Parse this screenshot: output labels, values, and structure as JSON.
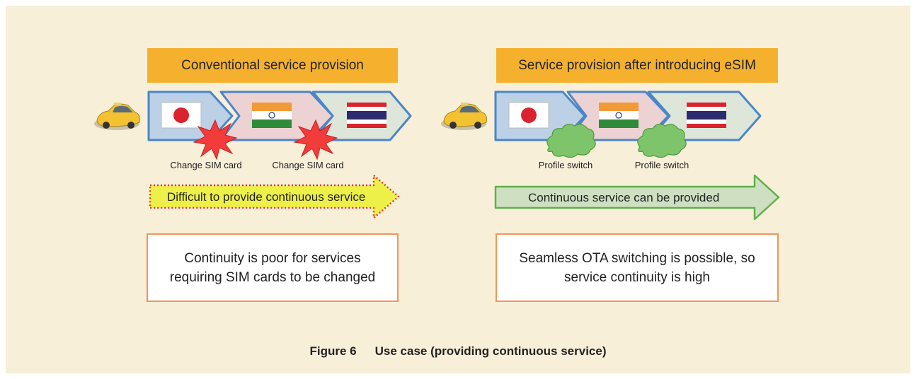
{
  "left": {
    "header": "Conventional service provision",
    "change_labels": [
      "Change SIM card",
      "Change SIM card"
    ],
    "arrow_text": "Difficult to provide continuous service",
    "conclusion_line1": "Continuity is poor for services",
    "conclusion_line2": "requiring SIM cards to be changed"
  },
  "right": {
    "header": "Service provision after introducing eSIM",
    "switch_labels": [
      "Profile switch",
      "Profile switch"
    ],
    "arrow_text": "Continuous service can be provided",
    "conclusion_line1": "Seamless OTA switching is possible, so",
    "conclusion_line2": "service continuity is high"
  },
  "caption": {
    "figure_number": "Figure 6",
    "title": "Use case (providing continuous service)"
  },
  "colors": {
    "panel_bg": "#f8efd9",
    "header_bg": "#f5b12e",
    "chevron_border": "#4a86c8",
    "japan_chevron": "#bcd0e6",
    "india_chevron": "#ecd2d2",
    "thai_chevron": "#dde6d9",
    "burst": "#f23c3c",
    "cloud": "#7ec46a",
    "difficult_arrow": "#eef04a",
    "continuous_arrow": "#cfe0c2",
    "conclusion_border": "#f0965a"
  },
  "icons": [
    "car-icon",
    "japan-flag-icon",
    "india-flag-icon",
    "thailand-flag-icon",
    "burst-icon",
    "cloud-icon"
  ]
}
